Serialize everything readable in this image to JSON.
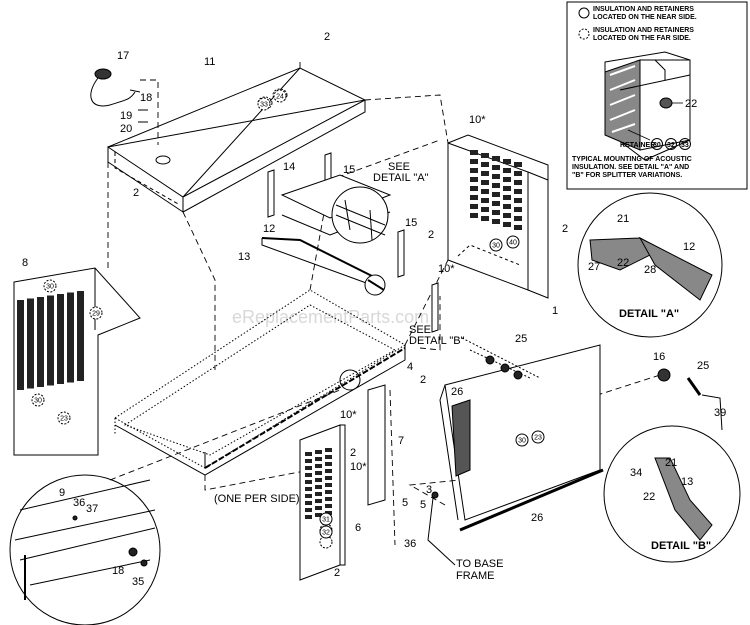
{
  "watermark": "eReplacementParts.com",
  "legend": {
    "near_side": [
      "INSULATION AND RETAINERS",
      "LOCATED ON THE NEAR SIDE."
    ],
    "far_side": [
      "INSULATION AND RETAINERS",
      "LOCATED ON THE FAR SIDE."
    ],
    "retainer_label": "RETAINER",
    "retainer_nums": [
      "30",
      "32",
      "33"
    ],
    "inset_callout": "22",
    "note": [
      "TYPICAL MOUNTING OF ACOUSTIC",
      "INSULATION. SEE DETAIL \"A\" AND",
      "\"B\" FOR SPLITTER VARIATIONS."
    ]
  },
  "detail_a": {
    "title": "DETAIL \"A\"",
    "callouts": [
      "21",
      "12",
      "27",
      "22",
      "28"
    ]
  },
  "detail_b": {
    "title": "DETAIL \"B\"",
    "callouts": [
      "34",
      "21",
      "13",
      "22"
    ]
  },
  "see_detail_a": [
    "SEE",
    "DETAIL \"A\""
  ],
  "see_detail_b": [
    "SEE",
    "DETAIL \"B\""
  ],
  "one_per_side": "(ONE PER SIDE)",
  "to_base_frame": [
    "TO BASE",
    "FRAME"
  ],
  "circled_nums": [
    "33",
    "24",
    "30",
    "40",
    "30",
    "29",
    "30",
    "23",
    "31",
    "32",
    "30",
    "23"
  ],
  "callouts": [
    "17",
    "11",
    "2",
    "18",
    "19",
    "20",
    "2",
    "14",
    "15",
    "10*",
    "SEE",
    "12",
    "2",
    "13",
    "15",
    "10*",
    "2",
    "1",
    "8",
    "25",
    "16",
    "25",
    "2",
    "26",
    "39",
    "10*",
    "2",
    "10*",
    "7",
    "5",
    "9",
    "36",
    "37",
    "18",
    "35",
    "6",
    "3",
    "5",
    "26",
    "36",
    "2",
    "4"
  ]
}
